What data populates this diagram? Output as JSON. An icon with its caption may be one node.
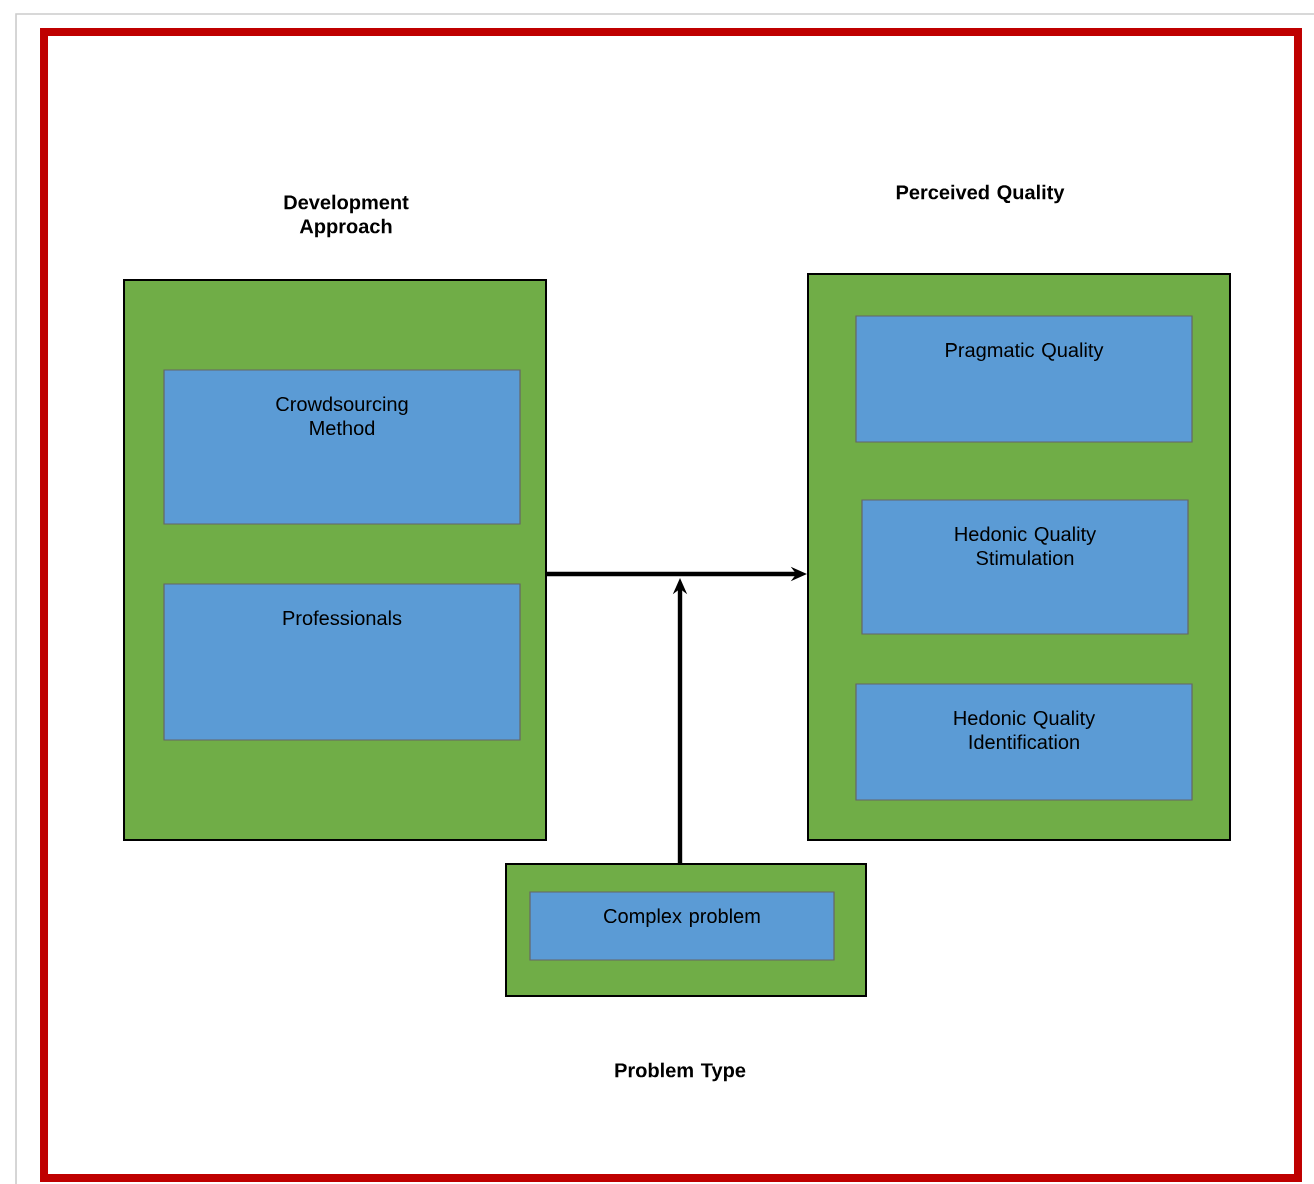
{
  "diagram": {
    "nodes": [
      {
        "text": [
          "Development Approach"
        ]
      },
      {
        "text": [
          "Crowdsourcing Method"
        ],
        "in": 0
      },
      {
        "text": [
          "Professionals"
        ],
        "in": 0
      },
      {
        "text": [
          "Perceived Quality"
        ]
      },
      {
        "text": [
          "Pragmatic Quality"
        ],
        "in": 3
      },
      {
        "text": [
          "Hedonic Quality Stimulation"
        ],
        "in": 3
      },
      {
        "text": [
          "Hedonic Quality Identification"
        ],
        "in": 3
      },
      {
        "text": [
          "Problem Type"
        ]
      },
      {
        "text": [
          "Complex problem"
        ],
        "in": 7
      }
    ],
    "edges": [
      {
        "from": 0,
        "to": 3,
        "arrow": "to"
      },
      {
        "from": 7,
        "to": null,
        "arrow": "to"
      }
    ]
  }
}
